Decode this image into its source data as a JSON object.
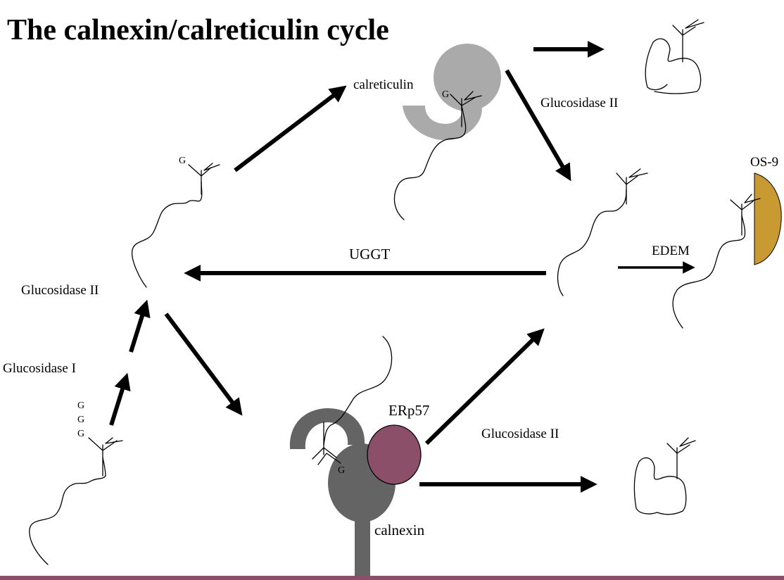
{
  "title": "The calnexin/calreticulin cycle",
  "labels": {
    "calreticulin": "calreticulin",
    "glucosidase_ii_top": "Glucosidase II",
    "os9": "OS-9",
    "uggt": "UGGT",
    "edem": "EDEM",
    "glucosidase_ii_left": "Glucosidase II",
    "glucosidase_i": "Glucosidase I",
    "erp57": "ERp57",
    "glucosidase_ii_bottom": "Glucosidase II",
    "calnexin": "calnexin"
  },
  "glucose_marks": {
    "g1": "G",
    "g2": "G",
    "g3": "G",
    "g_single_left": "G",
    "g_calreticulin": "G",
    "g_calnexin": "G"
  },
  "colors": {
    "calreticulin": "#aaaaaa",
    "calnexin": "#646464",
    "erp57": "#8c4f6a",
    "os9": "#c99a32",
    "bottom_bar": "#8c4f6a"
  }
}
